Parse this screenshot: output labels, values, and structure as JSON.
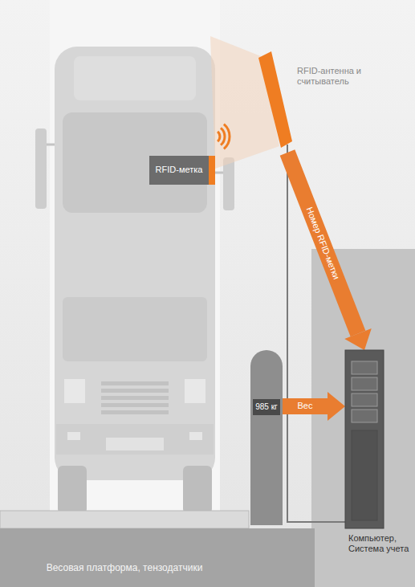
{
  "diagram": {
    "nodes": [
      {
        "text": [
          "RFID-антенна и считыватель"
        ]
      },
      {
        "text": [
          "RFID-метка"
        ]
      },
      {
        "text": [
          "985 кг"
        ]
      },
      {
        "text": [
          "Компьютер, Система учета"
        ]
      },
      {
        "text": [
          "Весовая платформа, тензодатчики"
        ]
      }
    ],
    "edges": [
      {
        "from": 0,
        "to": 3,
        "label": "Номер RFID-метки",
        "arrow": "to"
      },
      {
        "from": 2,
        "to": 3,
        "label": "Вес",
        "arrow": "to"
      }
    ]
  }
}
